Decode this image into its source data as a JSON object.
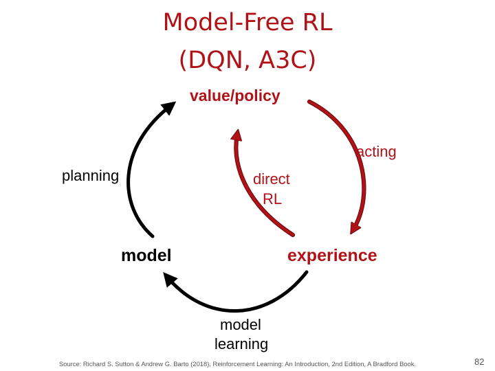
{
  "slide": {
    "title_line_1": "Model-Free RL",
    "title_line_2": "(DQN, A3C)",
    "source_note": "Source: Richard S. Sutton & Andrew G. Barto (2018), Reinforcement Learning: An Introduction, 2nd Edition, A Bradford Book.",
    "page_number": "82"
  },
  "diagram": {
    "nodes": {
      "value_policy": "value/policy",
      "model": "model",
      "experience": "experience"
    },
    "edges": {
      "acting": "acting",
      "planning": "planning",
      "direct_rl_line_1": "direct",
      "direct_rl_line_2": "RL",
      "model_learning_line_1": "model",
      "model_learning_line_2": "learning"
    },
    "colors": {
      "active_path": "#b01217",
      "inactive_path": "#000000"
    }
  }
}
